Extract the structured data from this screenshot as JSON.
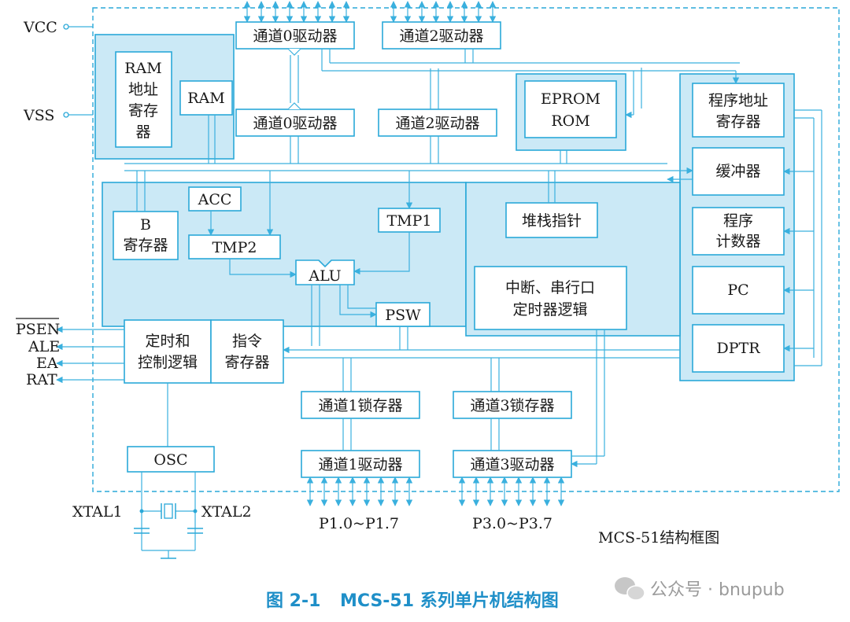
{
  "pins": {
    "vcc": "VCC",
    "vss": "VSS",
    "psen": "PSEN",
    "ale": "ALE",
    "ea": "EA",
    "rat": "RAT",
    "xtal1": "XTAL1",
    "xtal2": "XTAL2"
  },
  "blocks": {
    "port0_driver_top": "通道0驱动器",
    "port2_driver_top": "通道2驱动器",
    "port0_driver_mid": "通道0驱动器",
    "port2_driver_mid": "通道2驱动器",
    "ram_addr_reg": [
      "RAM",
      "地址",
      "寄存",
      "器"
    ],
    "ram": "RAM",
    "eprom_rom": [
      "EPROM",
      "ROM"
    ],
    "prog_addr_reg": [
      "程序地址",
      "寄存器"
    ],
    "buffer": "缓冲器",
    "prog_counter": [
      "程序",
      "计数器"
    ],
    "pc": "PC",
    "dptr": "DPTR",
    "acc": "ACC",
    "b_reg": [
      "B",
      "寄存器"
    ],
    "tmp2": "TMP2",
    "tmp1": "TMP1",
    "alu": "ALU",
    "psw": "PSW",
    "stack_pointer": "堆栈指针",
    "interrupt_logic": [
      "中断、串行口",
      "定时器逻辑"
    ],
    "timing_control": [
      "定时和",
      "控制逻辑"
    ],
    "instr_reg": [
      "指令",
      "寄存器"
    ],
    "port1_latch": "通道1锁存器",
    "port3_latch": "通道3锁存器",
    "port1_driver": "通道1驱动器",
    "port3_driver": "通道3驱动器",
    "osc": "OSC"
  },
  "port_labels": {
    "p1": "P1.0~P1.7",
    "p3": "P3.0~P3.7"
  },
  "diagram_title": "MCS-51结构框图",
  "figure_caption": {
    "number": "图 2-1",
    "title": "MCS-51 系列单片机结构图"
  },
  "watermark": {
    "text": "公众号 · bnupub"
  },
  "colors": {
    "block_fill": "#cbe9f6",
    "line": "#2aa8d8",
    "caption": "#1f8fc8"
  }
}
